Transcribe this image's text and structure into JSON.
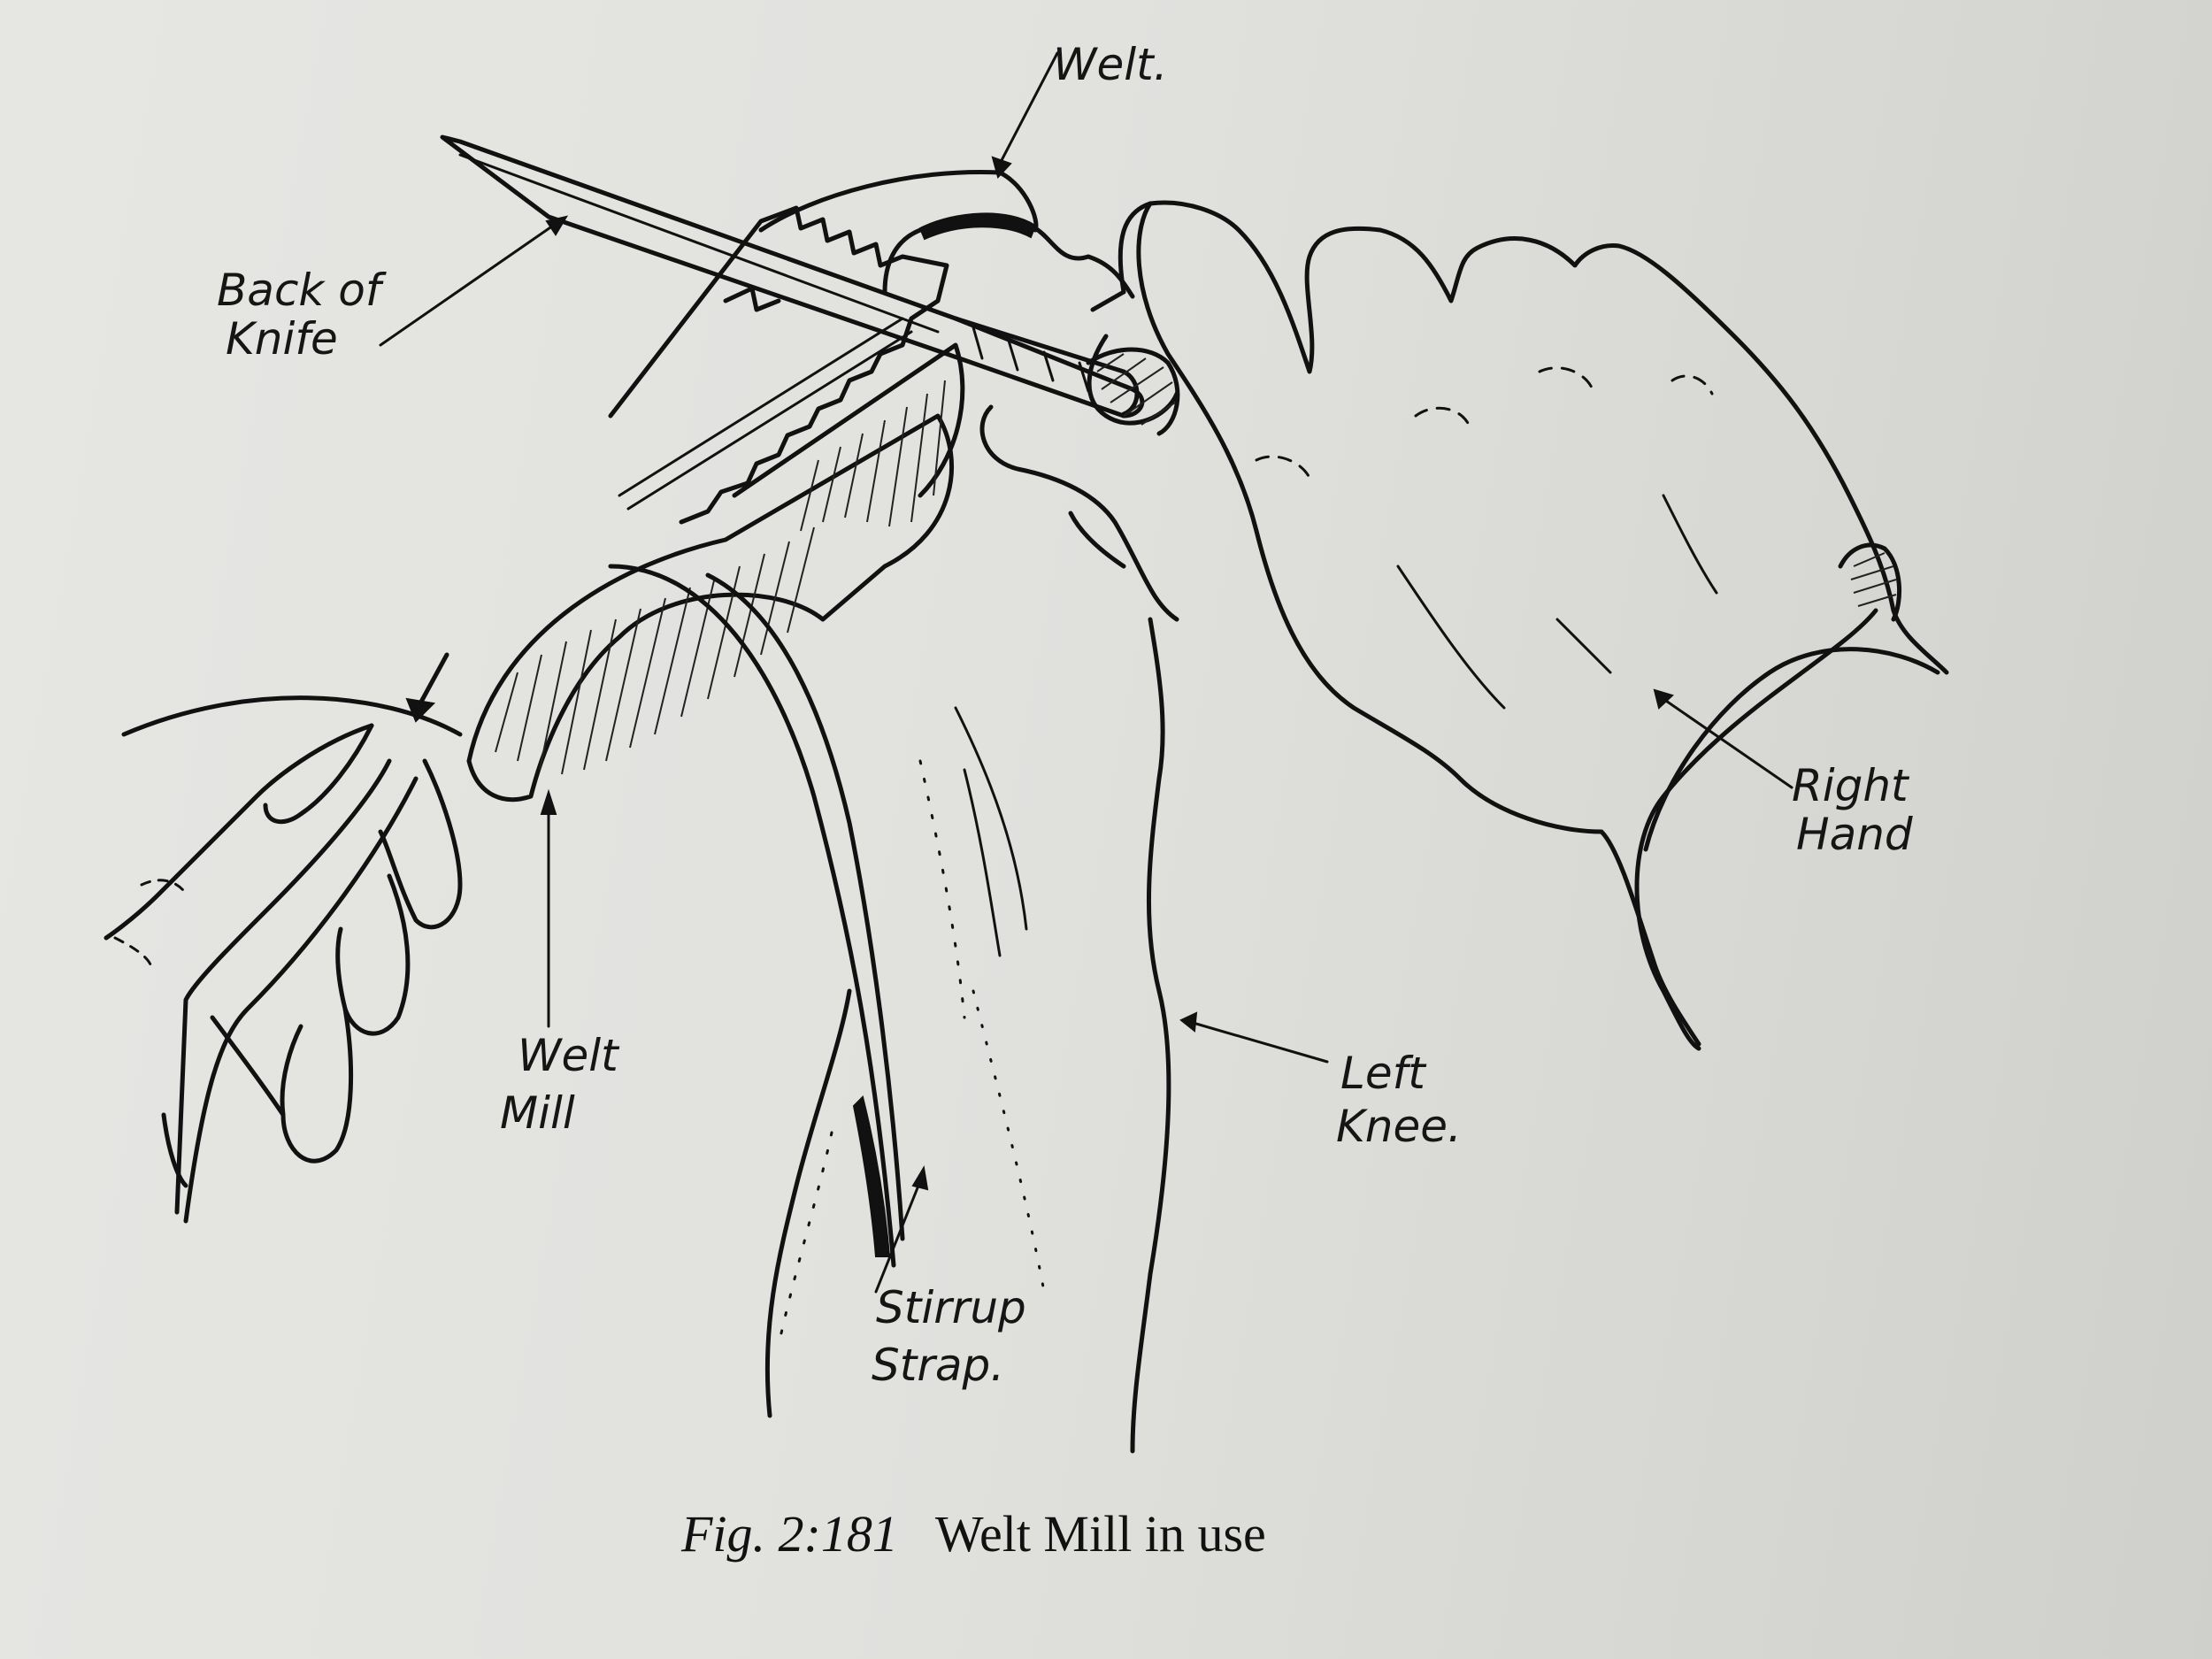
{
  "labels": {
    "welt": "Welt.",
    "back_of_knife_1": "Back of",
    "back_of_knife_2": "Knife",
    "right_hand_1": "Right",
    "right_hand_2": "Hand",
    "welt_mill_1": "Welt",
    "welt_mill_2": "Mill",
    "left_knee_1": "Left",
    "left_knee_2": "Knee.",
    "stirrup_strap_1": "Stirrup",
    "stirrup_strap_2": "Strap."
  },
  "caption": {
    "figure_number": "Fig. 2:181",
    "title": "Welt Mill in use"
  }
}
